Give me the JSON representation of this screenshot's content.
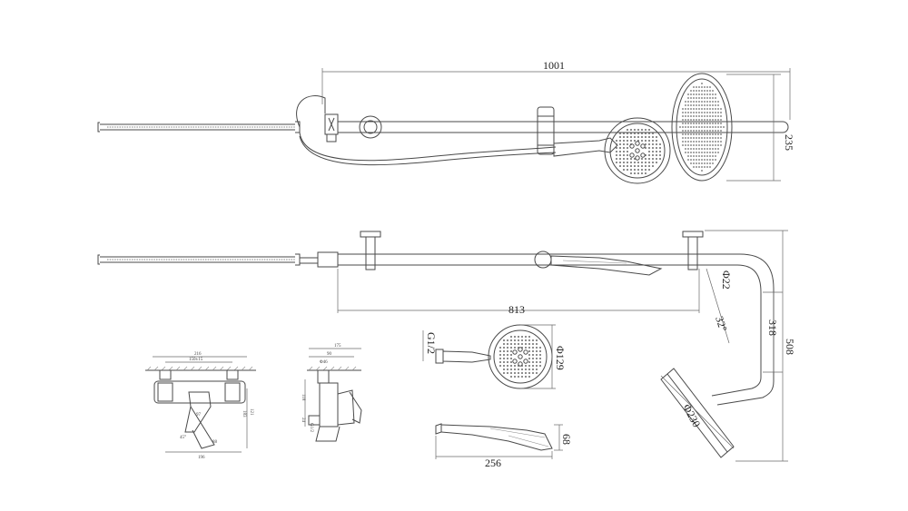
{
  "dimensions": {
    "overall_length": "1001",
    "top_height": "235",
    "bar_length": "813",
    "pipe_diameter": "Φ22",
    "angle": "32°",
    "arm_height": "318",
    "total_height": "508",
    "overhead_diameter": "Φ230",
    "connection_thread": "G1/2",
    "hand_shower_diameter": "Φ129",
    "hand_shower_length": "256",
    "hand_shower_depth": "68"
  },
  "mixer_front": {
    "width_top": "216",
    "centers": "150±15",
    "height": "121",
    "side": "183",
    "spout": "97",
    "left_angle": "45°",
    "right_angle": "88",
    "base_width": "196"
  },
  "mixer_side": {
    "depth": "175",
    "inner": "90",
    "thread": "Φ46",
    "height": "118",
    "rise": "24",
    "outlet": "G1/2"
  }
}
